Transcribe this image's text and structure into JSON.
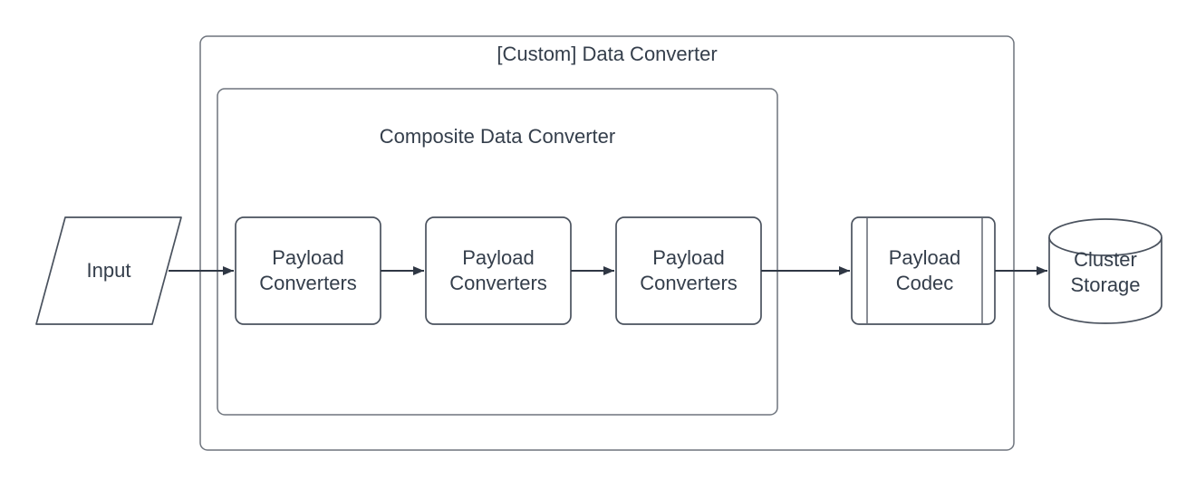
{
  "diagram": {
    "outer_container": {
      "label": "[Custom] Data Converter"
    },
    "composite_container": {
      "label": "Composite Data Converter"
    },
    "input": {
      "label": "Input"
    },
    "payload_converters": [
      {
        "label": "Payload Converters"
      },
      {
        "label": "Payload Converters"
      },
      {
        "label": "Payload Converters"
      }
    ],
    "payload_codec": {
      "label": "Payload Codec"
    },
    "cluster_storage": {
      "label": "Cluster Storage"
    }
  },
  "colors": {
    "background": "#ffffff",
    "container_border": "#6e747d",
    "shape_border": "#4a525e",
    "arrow": "#2f3744",
    "text": "#343e4b"
  }
}
